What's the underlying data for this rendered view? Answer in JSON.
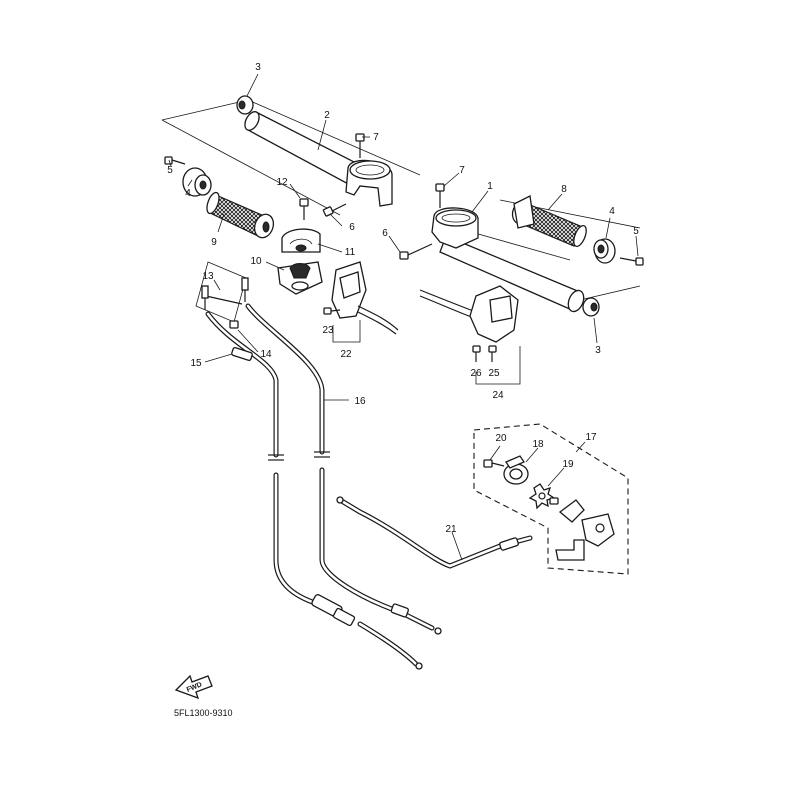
{
  "diagram": {
    "labels": [
      {
        "id": "c3a",
        "text": "3"
      },
      {
        "id": "c2",
        "text": "2"
      },
      {
        "id": "c7a",
        "text": "7"
      },
      {
        "id": "c5a",
        "text": "5"
      },
      {
        "id": "c4a",
        "text": "4"
      },
      {
        "id": "c9",
        "text": "9"
      },
      {
        "id": "c12",
        "text": "12"
      },
      {
        "id": "c6a",
        "text": "6"
      },
      {
        "id": "c11",
        "text": "11"
      },
      {
        "id": "c10",
        "text": "10"
      },
      {
        "id": "c13",
        "text": "13"
      },
      {
        "id": "c23",
        "text": "23"
      },
      {
        "id": "c22",
        "text": "22"
      },
      {
        "id": "c14",
        "text": "14"
      },
      {
        "id": "c15",
        "text": "15"
      },
      {
        "id": "c16",
        "text": "16"
      },
      {
        "id": "c7b",
        "text": "7"
      },
      {
        "id": "c1",
        "text": "1"
      },
      {
        "id": "c8",
        "text": "8"
      },
      {
        "id": "c6b",
        "text": "6"
      },
      {
        "id": "c4b",
        "text": "4"
      },
      {
        "id": "c5b",
        "text": "5"
      },
      {
        "id": "c3b",
        "text": "3"
      },
      {
        "id": "c26",
        "text": "26"
      },
      {
        "id": "c25",
        "text": "25"
      },
      {
        "id": "c24",
        "text": "24"
      },
      {
        "id": "c20",
        "text": "20"
      },
      {
        "id": "c18",
        "text": "18"
      },
      {
        "id": "c17",
        "text": "17"
      },
      {
        "id": "c19",
        "text": "19"
      },
      {
        "id": "c21",
        "text": "21"
      }
    ],
    "fwd_arrow": "FWD",
    "drawing_code": "5FL1300-9310"
  }
}
